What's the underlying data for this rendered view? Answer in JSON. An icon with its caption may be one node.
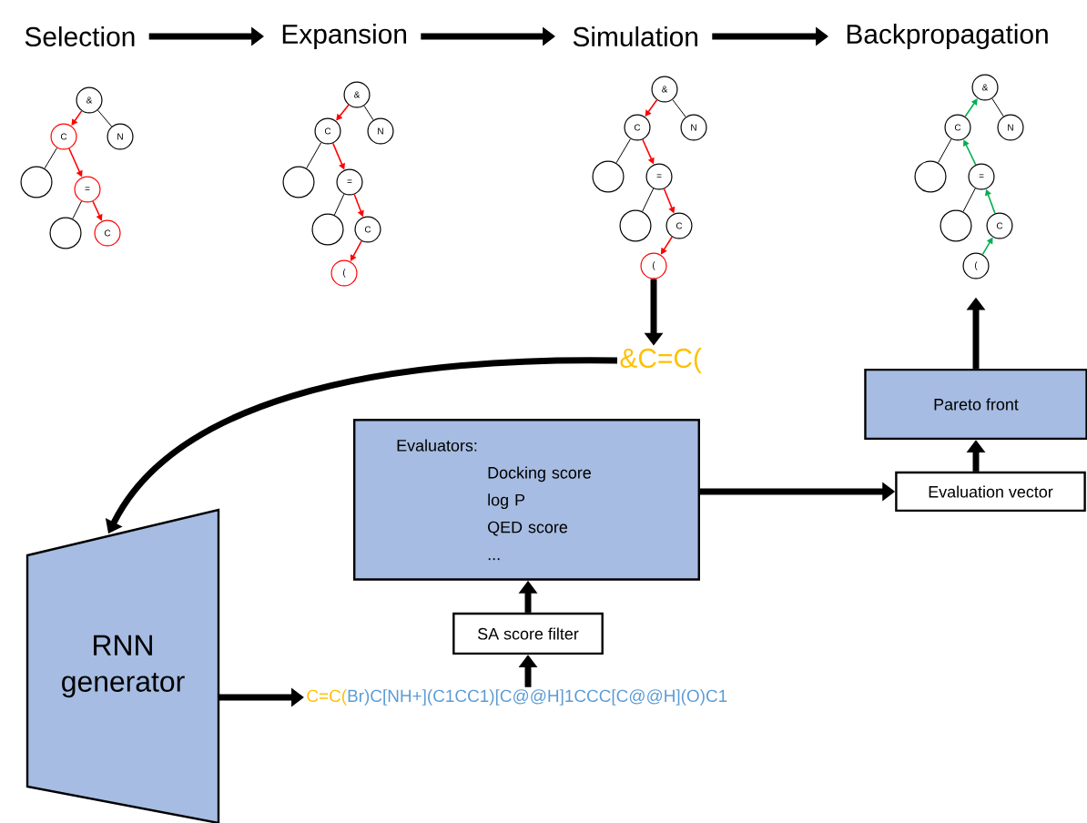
{
  "diagram": {
    "nodes": [
      {
        "text": [
          "Selection"
        ]
      },
      {
        "text": [
          "Expansion"
        ]
      },
      {
        "text": [
          "Simulation"
        ]
      },
      {
        "text": [
          "Backpropagation"
        ]
      },
      {
        "text": [
          "&"
        ]
      },
      {
        "text": [
          "C"
        ]
      },
      {
        "text": [
          "N"
        ]
      },
      {
        "text": [],
        "shape": "circle"
      },
      {
        "text": [
          "="
        ]
      },
      {
        "text": [],
        "shape": "circle"
      },
      {
        "text": [
          "C"
        ]
      },
      {
        "text": [
          "&"
        ]
      },
      {
        "text": [
          "C"
        ]
      },
      {
        "text": [
          "N"
        ]
      },
      {
        "text": [],
        "shape": "circle"
      },
      {
        "text": [
          "="
        ]
      },
      {
        "text": [],
        "shape": "circle"
      },
      {
        "text": [
          "C"
        ]
      },
      {
        "text": [
          "("
        ]
      },
      {
        "text": [
          "&"
        ]
      },
      {
        "text": [
          "C"
        ]
      },
      {
        "text": [
          "N"
        ]
      },
      {
        "text": [],
        "shape": "circle"
      },
      {
        "text": [
          "="
        ]
      },
      {
        "text": [],
        "shape": "circle"
      },
      {
        "text": [
          "C"
        ]
      },
      {
        "text": [
          "("
        ]
      },
      {
        "text": [
          "&"
        ]
      },
      {
        "text": [
          "C"
        ]
      },
      {
        "text": [
          "N"
        ]
      },
      {
        "text": [],
        "shape": "circle"
      },
      {
        "text": [
          "="
        ]
      },
      {
        "text": [],
        "shape": "circle"
      },
      {
        "text": [
          "C"
        ]
      },
      {
        "text": [
          "("
        ]
      },
      {
        "text": [
          "&C=C("
        ]
      },
      {
        "text": [
          "Pareto front"
        ]
      },
      {
        "text": [
          "Evaluators:",
          "Docking score",
          "log P",
          "QED score",
          "..."
        ]
      },
      {
        "text": [
          "Evaluation vector"
        ]
      },
      {
        "text": [
          "RNN generator"
        ]
      },
      {
        "text": [
          "SA score filter"
        ]
      },
      {
        "text": [
          "C=C(",
          "Br)C[NH+](C1CC1)[C@@H]1CCC[C@@H](O)C1"
        ]
      }
    ],
    "edges": [
      {
        "from": 0,
        "to": 1,
        "arrow": "to",
        "style": "thick"
      },
      {
        "from": 1,
        "to": 2,
        "arrow": "to",
        "style": "thick"
      },
      {
        "from": 2,
        "to": 3,
        "arrow": "to",
        "style": "thick"
      },
      {
        "from": 4,
        "to": 5,
        "arrow": "to",
        "color": "#ff0000"
      },
      {
        "from": 4,
        "to": 6,
        "arrow": "none"
      },
      {
        "from": 5,
        "to": 7,
        "arrow": "none"
      },
      {
        "from": 5,
        "to": 8,
        "arrow": "to",
        "color": "#ff0000"
      },
      {
        "from": 8,
        "to": 9,
        "arrow": "none"
      },
      {
        "from": 8,
        "to": 10,
        "arrow": "to",
        "color": "#ff0000"
      },
      {
        "from": 11,
        "to": 12,
        "arrow": "to",
        "color": "#ff0000"
      },
      {
        "from": 11,
        "to": 13,
        "arrow": "none"
      },
      {
        "from": 12,
        "to": 14,
        "arrow": "none"
      },
      {
        "from": 12,
        "to": 15,
        "arrow": "to",
        "color": "#ff0000"
      },
      {
        "from": 15,
        "to": 16,
        "arrow": "none"
      },
      {
        "from": 15,
        "to": 17,
        "arrow": "to",
        "color": "#ff0000"
      },
      {
        "from": 17,
        "to": 18,
        "arrow": "to",
        "color": "#ff0000"
      },
      {
        "from": 19,
        "to": 20,
        "arrow": "to",
        "color": "#ff0000"
      },
      {
        "from": 19,
        "to": 21,
        "arrow": "none"
      },
      {
        "from": 20,
        "to": 22,
        "arrow": "none"
      },
      {
        "from": 20,
        "to": 23,
        "arrow": "to",
        "color": "#ff0000"
      },
      {
        "from": 23,
        "to": 24,
        "arrow": "none"
      },
      {
        "from": 23,
        "to": 25,
        "arrow": "to",
        "color": "#ff0000"
      },
      {
        "from": 25,
        "to": 26,
        "arrow": "to",
        "color": "#ff0000"
      },
      {
        "from": 28,
        "to": 27,
        "arrow": "to",
        "color": "#00b050"
      },
      {
        "from": 27,
        "to": 29,
        "arrow": "none"
      },
      {
        "from": 28,
        "to": 30,
        "arrow": "none"
      },
      {
        "from": 31,
        "to": 28,
        "arrow": "to",
        "color": "#00b050"
      },
      {
        "from": 31,
        "to": 32,
        "arrow": "none"
      },
      {
        "from": 33,
        "to": 31,
        "arrow": "to",
        "color": "#00b050"
      },
      {
        "from": 34,
        "to": 33,
        "arrow": "to",
        "color": "#00b050"
      },
      {
        "from": 26,
        "to": 35,
        "arrow": "to",
        "style": "thick"
      },
      {
        "from": 35,
        "to": 39,
        "arrow": "to",
        "style": "thick"
      },
      {
        "from": 39,
        "to": 41,
        "arrow": "to",
        "style": "thick"
      },
      {
        "from": 41,
        "to": 40,
        "arrow": "to",
        "style": "thick"
      },
      {
        "from": 40,
        "to": 37,
        "arrow": "to",
        "style": "thick"
      },
      {
        "from": 37,
        "to": 38,
        "arrow": "to",
        "style": "thick"
      },
      {
        "from": 38,
        "to": 36,
        "arrow": "to",
        "style": "thick"
      },
      {
        "from": 36,
        "to": 34,
        "arrow": "to",
        "style": "thick"
      }
    ]
  }
}
